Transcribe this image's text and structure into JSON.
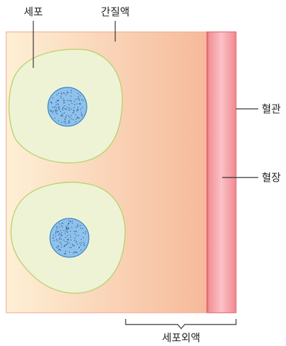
{
  "labels": {
    "cell": "세포",
    "interstitial_fluid": "간질액",
    "blood_vessel": "혈관",
    "plasma": "혈장",
    "extracellular_fluid": "세포외액"
  },
  "colors": {
    "interstitial_light": "#FEF0D6",
    "interstitial_dark": "#F6B99A",
    "vessel_wall": "#E56A74",
    "plasma": "#F7A7AE",
    "cell_fill": "#EEF3D6",
    "cell_border": "#B9D36E",
    "nucleus_fill": "#8EC2EA",
    "nucleus_border": "#3E86C8",
    "line": "#333333"
  }
}
